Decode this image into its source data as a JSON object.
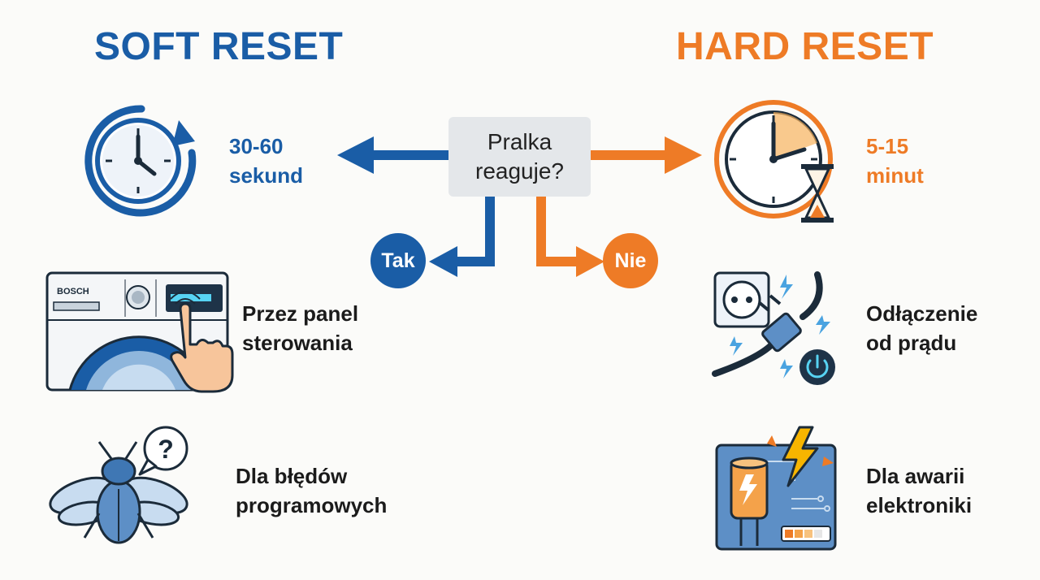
{
  "soft": {
    "title": "SOFT RESET",
    "time_line1": "30-60",
    "time_line2": "sekund",
    "method_line1": "Przez panel",
    "method_line2": "sterowania",
    "purpose_line1": "Dla błędów",
    "purpose_line2": "programowych",
    "brand": "BOSCH"
  },
  "hard": {
    "title": "HARD RESET",
    "time_line1": "5-15",
    "time_line2": "minut",
    "method_line1": "Odłączenie",
    "method_line2": "od prądu",
    "purpose_line1": "Dla awarii",
    "purpose_line2": "elektroniki"
  },
  "decision": {
    "question_line1": "Pralka",
    "question_line2": "reaguje?",
    "yes": "Tak",
    "no": "Nie"
  },
  "colors": {
    "soft": "#1a5da6",
    "hard": "#ee7b26"
  }
}
